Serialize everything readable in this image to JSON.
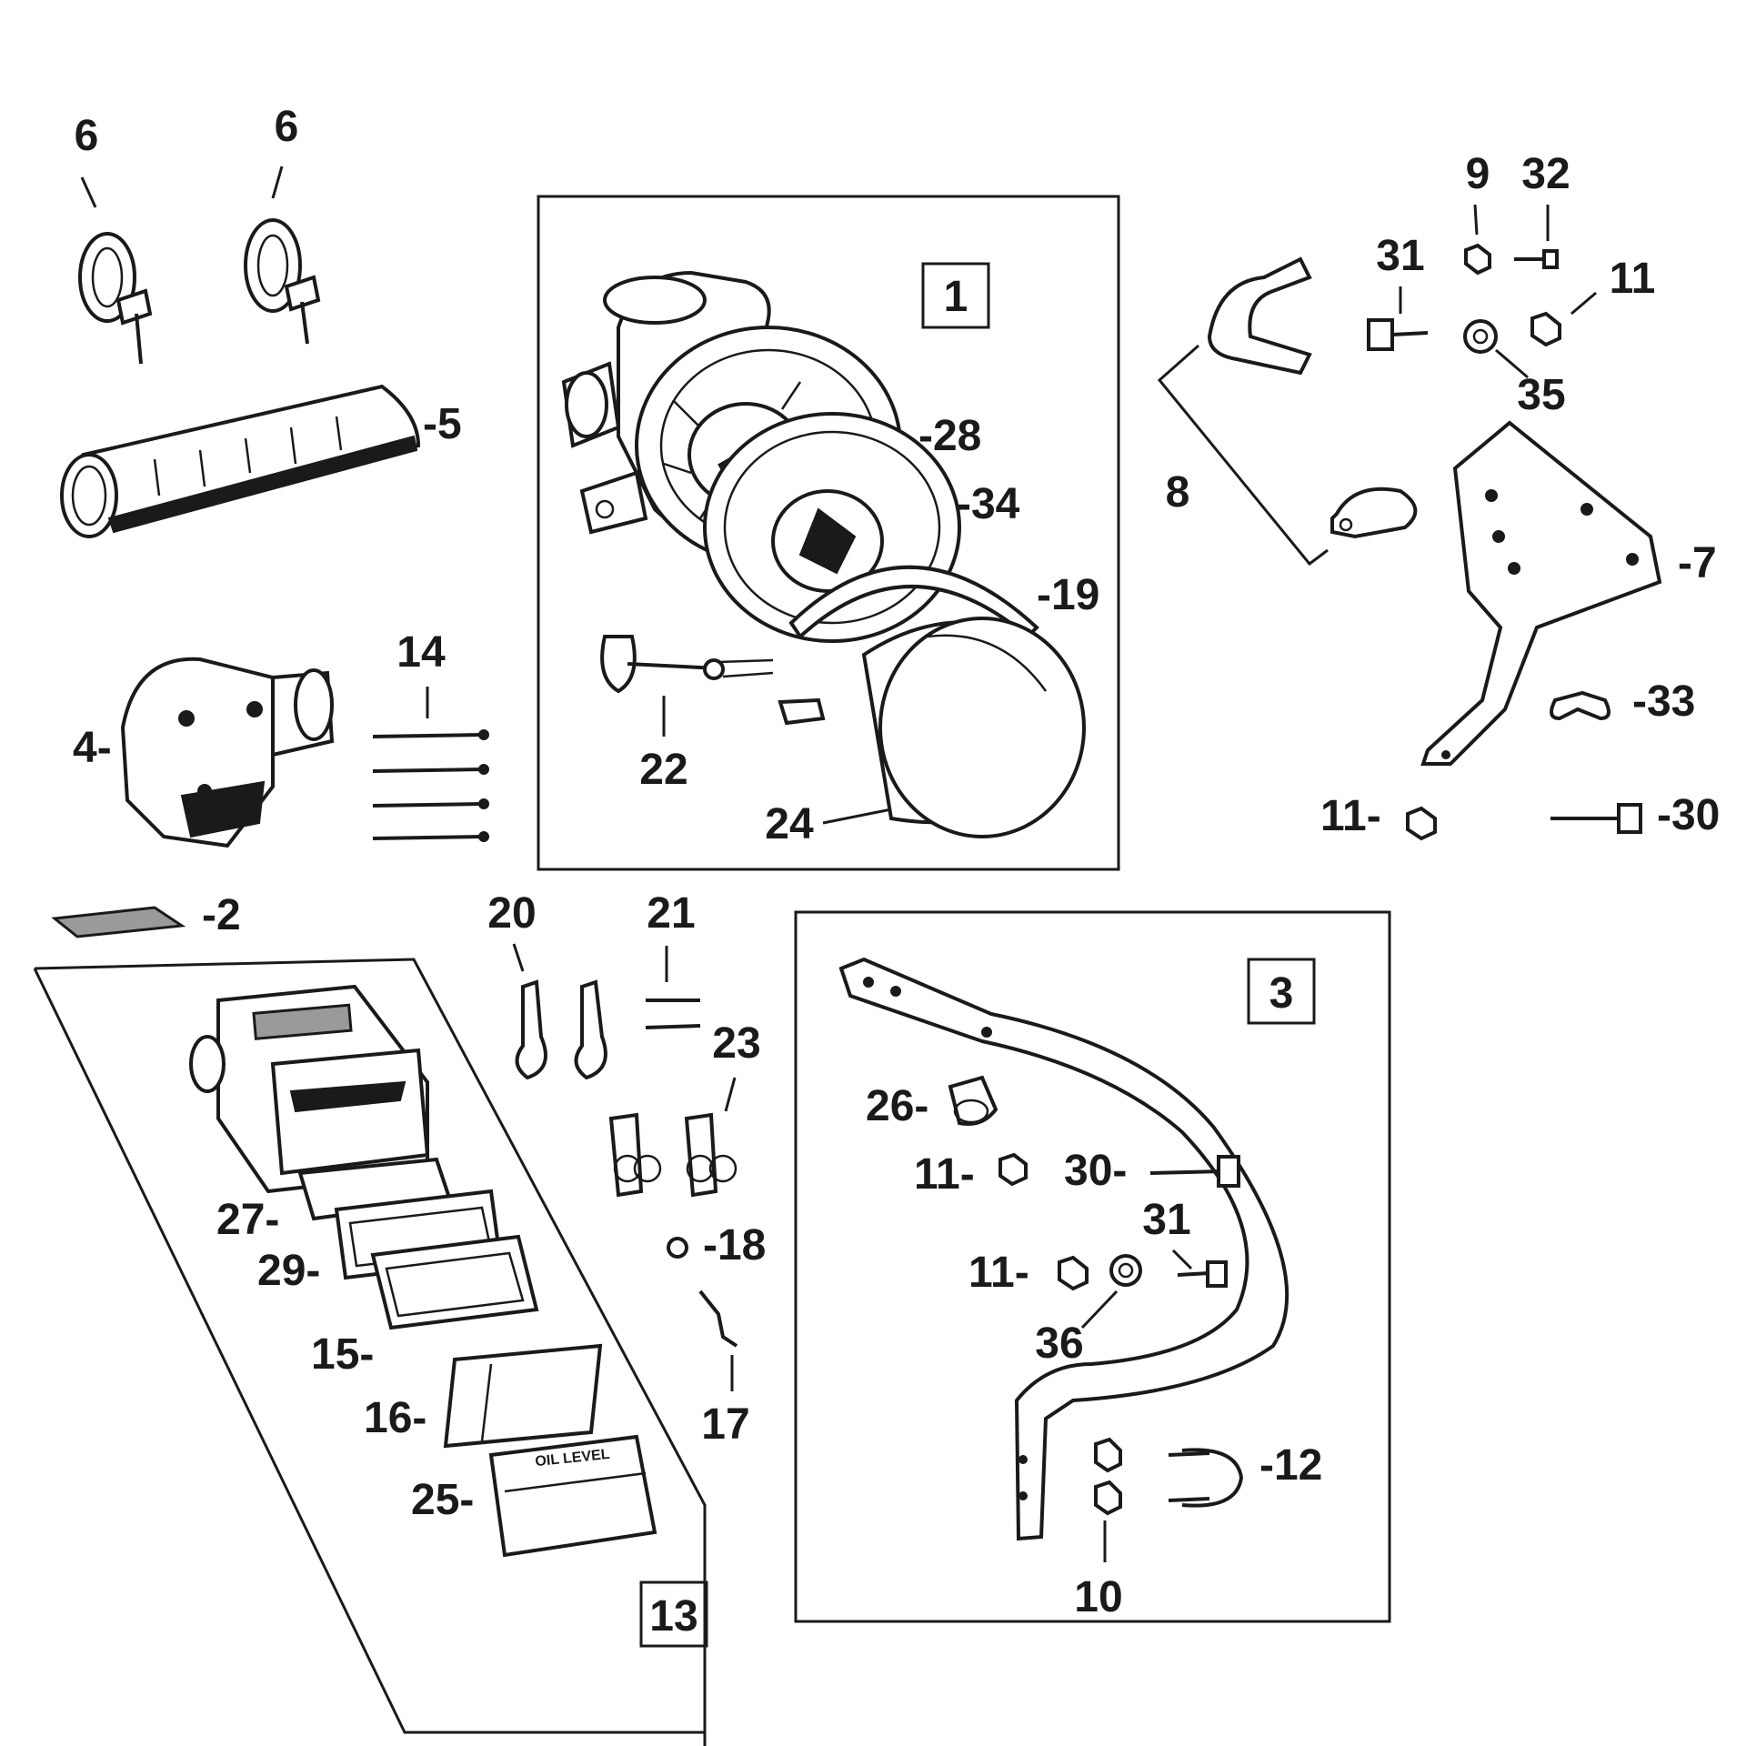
{
  "diagram": {
    "boxes": {
      "b1": "1",
      "b3": "3",
      "b13": "13"
    },
    "labels": {
      "l6a": "6",
      "l6b": "6",
      "l5": "-5",
      "l14": "14",
      "l4": "4-",
      "l2": "-2",
      "l28": "-28",
      "l34": "-34",
      "l19": "-19",
      "l22": "22",
      "l24": "24",
      "l9": "9",
      "l32": "32",
      "l31a": "31",
      "l11a": "11",
      "l35": "35",
      "l8": "8",
      "l7": "-7",
      "l33": "-33",
      "l11b": "11-",
      "l30a": "-30",
      "l20": "20",
      "l21": "21",
      "l23": "23",
      "l18": "-18",
      "l17": "17",
      "l27": "27-",
      "l29": "29-",
      "l15": "15-",
      "l16": "16-",
      "l25": "25-",
      "l26": "26-",
      "l11c": "11-",
      "l30b": "30-",
      "l31b": "31",
      "l11d": "11-",
      "l36": "36",
      "l12": "-12",
      "l10": "10"
    },
    "embossed_text": {
      "oil_level": "OIL LEVEL"
    }
  }
}
